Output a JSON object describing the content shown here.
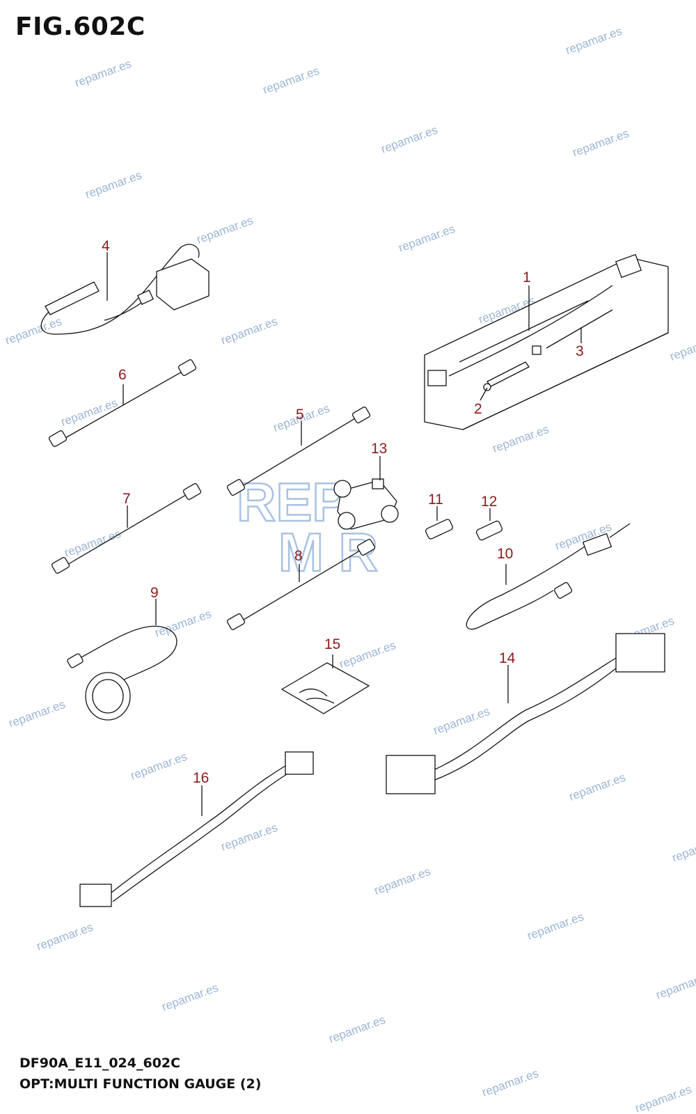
{
  "figure_title": "FIG.602C",
  "figure_code": "DF90A_E11_024_602C",
  "caption": "OPT:MULTI FUNCTION GAUGE (2)",
  "watermark_text": "repamar.es",
  "logo": {
    "line1": "REP",
    "line2": "M R"
  },
  "callouts": [
    "1",
    "2",
    "3",
    "4",
    "5",
    "6",
    "7",
    "8",
    "9",
    "10",
    "11",
    "12",
    "13",
    "14",
    "15",
    "16"
  ],
  "colors": {
    "callout": "#8b1a1a",
    "watermark": "#9cb5d6",
    "line": "#111111"
  }
}
